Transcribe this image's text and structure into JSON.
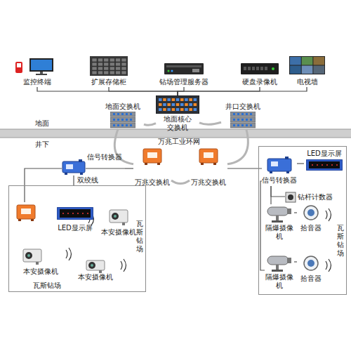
{
  "diagram": {
    "nodes": [
      {
        "text": [
          "监控终端"
        ]
      },
      {
        "text": [
          "扩展存储柜"
        ]
      },
      {
        "text": [
          "钻场管理服务器"
        ]
      },
      {
        "text": [
          "硬盘录像机"
        ]
      },
      {
        "text": [
          "电视墙"
        ]
      },
      {
        "text": [
          "地面核心交换机"
        ]
      },
      {
        "text": [
          "地面交换机"
        ]
      },
      {
        "text": [
          "井口交换机"
        ]
      },
      {
        "text": [
          "万兆交换机"
        ]
      },
      {
        "text": [
          "万兆交换机"
        ]
      },
      {
        "text": [
          "信号转换器"
        ]
      },
      {
        "text": [
          "瓦斯钻场",
          "瓦斯钻场"
        ]
      },
      {
        "text": [
          "LED显示屏"
        ],
        "in": 11
      },
      {
        "text": [
          "本安摄像机"
        ],
        "in": 11
      },
      {
        "text": [
          "本安摄像机"
        ],
        "in": 11
      },
      {
        "text": [
          "本安摄像机"
        ],
        "in": 11
      },
      {
        "text": [
          "瓦斯钻场"
        ]
      },
      {
        "text": [
          "LED显示屏"
        ],
        "in": 16
      },
      {
        "text": [
          "信号转换器"
        ],
        "in": 16
      },
      {
        "text": [
          "钻杆计数器"
        ],
        "in": 16
      },
      {
        "text": [
          "隔爆摄像机"
        ],
        "in": 16
      },
      {
        "text": [
          "拾音器"
        ],
        "in": 16
      },
      {
        "text": [
          "隔爆摄像机"
        ],
        "in": 16
      },
      {
        "text": [
          "拾音器"
        ],
        "in": 16
      }
    ],
    "edges": [
      {
        "from": 0,
        "to": 5,
        "arrow": "none"
      },
      {
        "from": 1,
        "to": 5,
        "arrow": "none"
      },
      {
        "from": 2,
        "to": 5,
        "arrow": "none"
      },
      {
        "from": 3,
        "to": 5,
        "arrow": "none"
      },
      {
        "from": 4,
        "to": 5,
        "arrow": "none"
      },
      {
        "from": 6,
        "to": 5,
        "arrow": "none"
      },
      {
        "from": 5,
        "to": 7,
        "arrow": "none"
      },
      {
        "from": 7,
        "to": 9,
        "arrow": "none"
      },
      {
        "from": 9,
        "to": 8,
        "arrow": "none"
      },
      {
        "from": 8,
        "to": 6,
        "arrow": "none"
      },
      {
        "from": 8,
        "to": 10,
        "arrow": "none"
      },
      {
        "from": 10,
        "to": 11,
        "label": "双绞线",
        "arrow": "none"
      },
      {
        "from": 9,
        "to": 18,
        "arrow": "none"
      },
      {
        "from": 18,
        "to": 17,
        "arrow": "none"
      },
      {
        "from": 18,
        "to": 19,
        "arrow": "none"
      },
      {
        "from": 18,
        "to": 20,
        "arrow": "none"
      },
      {
        "from": 18,
        "to": 22,
        "arrow": "none"
      },
      {
        "from": 20,
        "to": 21,
        "arrow": "none"
      },
      {
        "from": 22,
        "to": 23,
        "arrow": "none"
      }
    ],
    "labels": [
      "地面",
      "井下",
      "万兆工业环网"
    ]
  }
}
